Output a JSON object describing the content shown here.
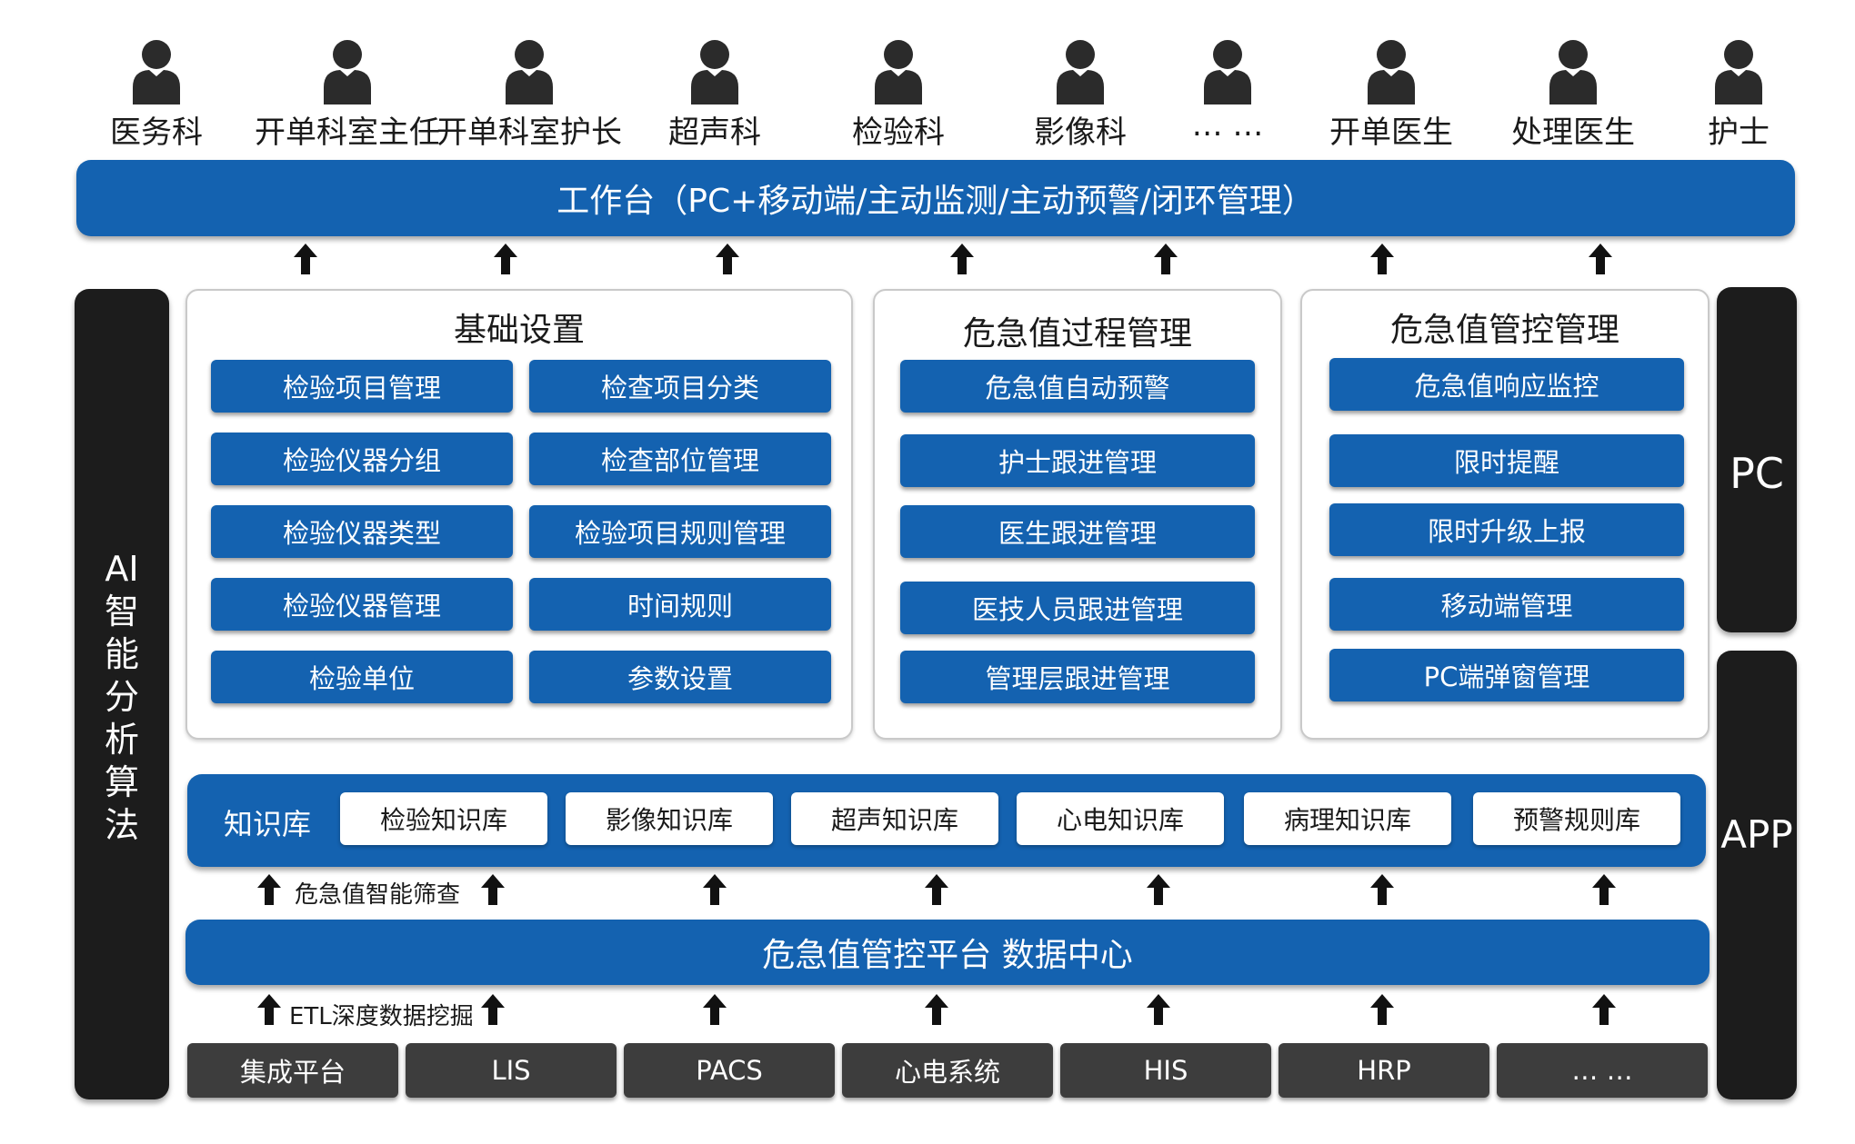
{
  "roles": [
    "医务科",
    "开单科室主任",
    "开单科室护长",
    "超声科",
    "检验科",
    "影像科",
    "… …",
    "开单医生",
    "处理医生",
    "护士"
  ],
  "icons": {
    "role": "person-icon",
    "arrow": "arrow-up-icon"
  },
  "workbench": {
    "label": "工作台（PC+移动端/主动监测/主动预警/闭环管理）"
  },
  "ai_bar": {
    "chars": [
      "AI",
      "智",
      "能",
      "分",
      "析",
      "算",
      "法"
    ]
  },
  "panels": {
    "basic": {
      "title": "基础设置",
      "left": [
        "检验项目管理",
        "检验仪器分组",
        "检验仪器类型",
        "检验仪器管理",
        "检验单位"
      ],
      "right": [
        "检查项目分类",
        "检查部位管理",
        "检验项目规则管理",
        "时间规则",
        "参数设置"
      ]
    },
    "process": {
      "title": "危急值过程管理",
      "items": [
        "危急值自动预警",
        "护士跟进管理",
        "医生跟进管理",
        "医技人员跟进管理",
        "管理层跟进管理"
      ]
    },
    "control": {
      "title": "危急值管控管理",
      "items": [
        "危急值响应监控",
        "限时提醒",
        "限时升级上报",
        "移动端管理",
        "PC端弹窗管理"
      ]
    }
  },
  "side": {
    "pc": "PC",
    "app": "APP"
  },
  "knowledge": {
    "label": "知识库",
    "items": [
      "检验知识库",
      "影像知识库",
      "超声知识库",
      "心电知识库",
      "病理知识库",
      "预警规则库"
    ]
  },
  "screening_note": "危急值智能筛查",
  "platform": {
    "label": "危急值管控平台 数据中心"
  },
  "etl_note": "ETL深度数据挖掘",
  "sources": [
    "集成平台",
    "LIS",
    "PACS",
    "心电系统",
    "HIS",
    "HRP",
    "… …"
  ],
  "colors": {
    "blue": "#1462b0",
    "dark": "#1c1c1c",
    "source": "#3d3d3d",
    "arrow": "#111111"
  }
}
